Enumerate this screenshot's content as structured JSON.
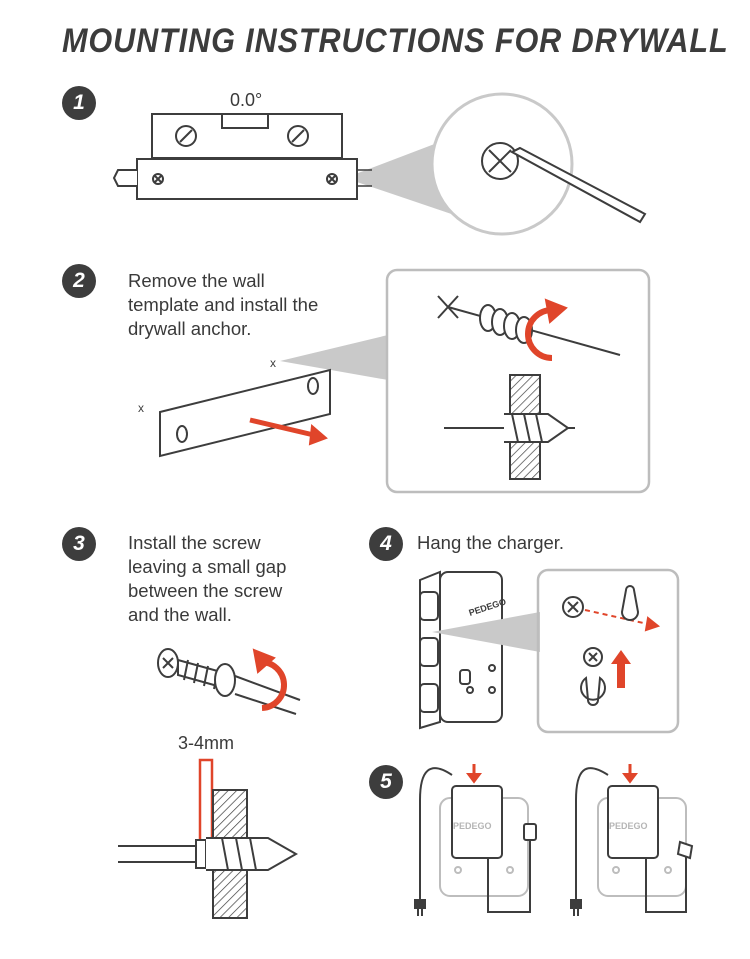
{
  "title": "MOUNTING INSTRUCTIONS FOR DRYWALL",
  "steps": [
    {
      "number": "1",
      "lines": []
    },
    {
      "number": "2",
      "lines": [
        "Remove the wall",
        "template and install the",
        "drywall anchor."
      ]
    },
    {
      "number": "3",
      "lines": [
        "Install the screw",
        "leaving a small gap",
        "between the screw",
        "and the wall."
      ]
    },
    {
      "number": "4",
      "lines": [
        "Hang the charger."
      ]
    },
    {
      "number": "5",
      "lines": []
    }
  ],
  "level_reading": "0.0°",
  "gap_label": "3-4mm",
  "brand": "PEDEGO",
  "colors": {
    "accent": "#e0452a",
    "line": "#3d3d3d",
    "gray": "#c9c9c9",
    "panel_border": "#bdbdbd"
  }
}
